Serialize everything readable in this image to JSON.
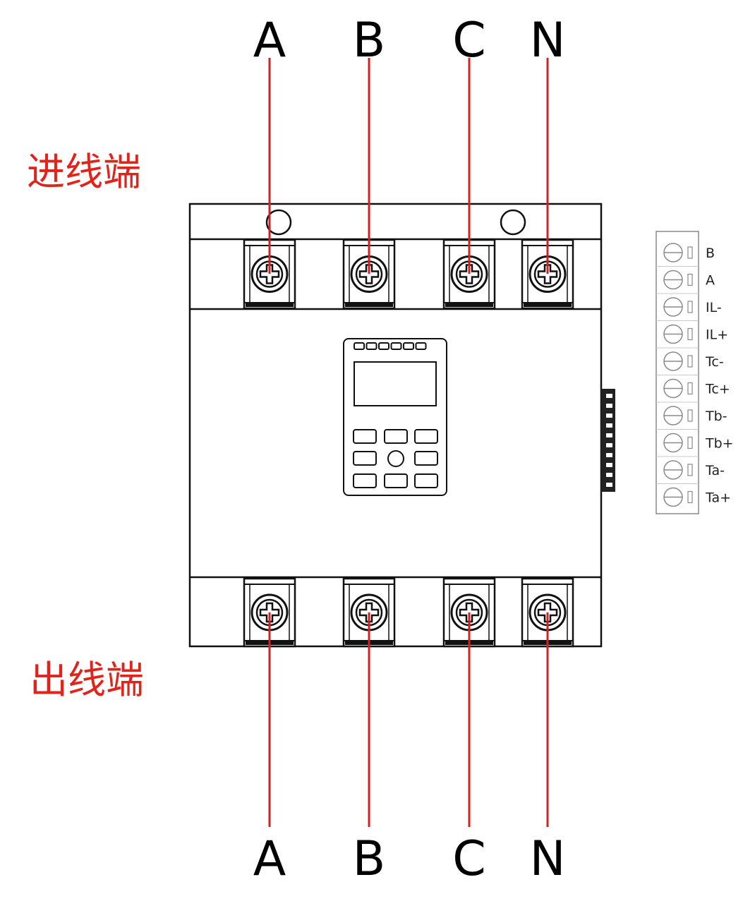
{
  "top_phase_labels": [
    "A",
    "B",
    "C",
    "N"
  ],
  "bottom_phase_labels": [
    "A",
    "B",
    "C",
    "N"
  ],
  "incoming_label": "进线端",
  "outgoing_label": "出线端",
  "terminal_block_labels": [
    "B",
    "A",
    "IL-",
    "IL+",
    "Tc-",
    "Tc+",
    "Tb-",
    "Tb+",
    "Ta-",
    "Ta+"
  ],
  "colors": {
    "wire": "#d42020",
    "side_label": "#e0231b",
    "outline": "#111111",
    "terminal_outline": "#8a8a8a"
  },
  "icons": {
    "terminal_screw": "plus-screw-icon",
    "terminal_block_screw": "minus-screw-icon"
  }
}
